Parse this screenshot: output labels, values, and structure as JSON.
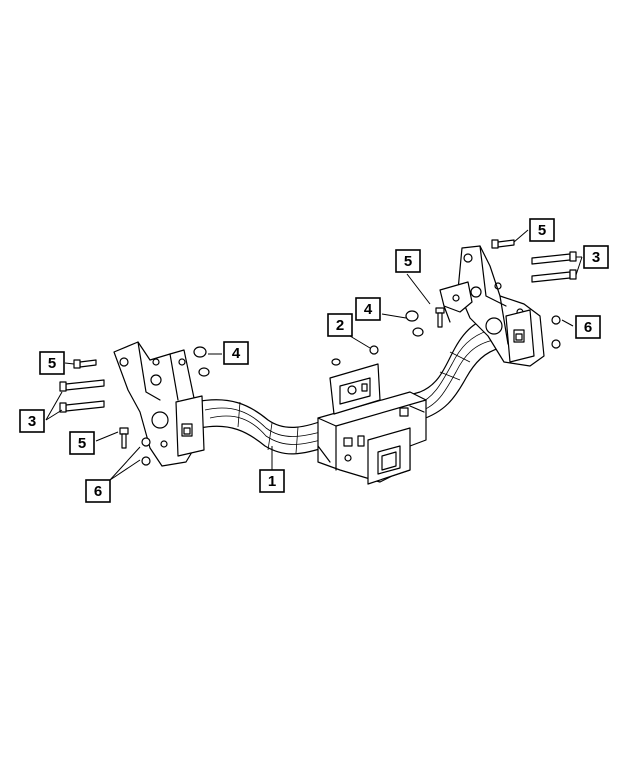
{
  "callouts": [
    {
      "id": "c1",
      "label": "1"
    },
    {
      "id": "c2",
      "label": "2"
    },
    {
      "id": "c3-left",
      "label": "3"
    },
    {
      "id": "c3-right",
      "label": "3"
    },
    {
      "id": "c4-left",
      "label": "4"
    },
    {
      "id": "c4-mid",
      "label": "4"
    },
    {
      "id": "c5-left-top",
      "label": "5"
    },
    {
      "id": "c5-left-mid",
      "label": "5"
    },
    {
      "id": "c5-center",
      "label": "5"
    },
    {
      "id": "c5-right",
      "label": "5"
    },
    {
      "id": "c6-left",
      "label": "6"
    },
    {
      "id": "c6-right",
      "label": "6"
    }
  ]
}
